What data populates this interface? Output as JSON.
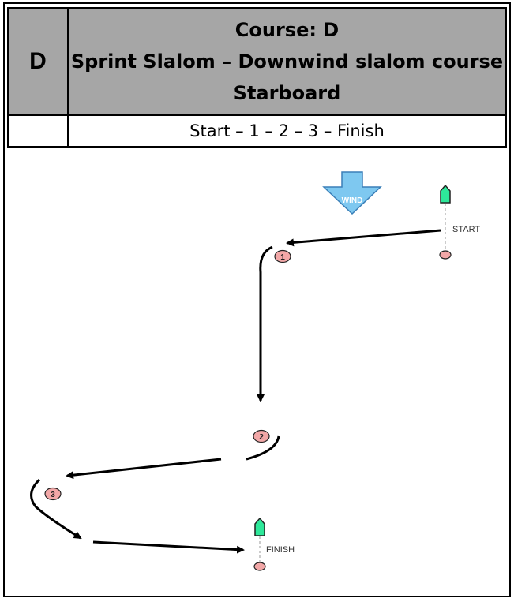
{
  "course": {
    "letter": "D",
    "title_line1": "Course: D",
    "title_line2": "Sprint Slalom – Downwind slalom course",
    "title_line3": "Starboard",
    "route": "Start – 1 – 2 – 3 – Finish"
  },
  "diagram": {
    "wind_label": "WIND",
    "start_label": "START",
    "finish_label": "FINISH",
    "marks": [
      "1",
      "2",
      "3"
    ],
    "colors": {
      "wind_arrow": "#7ec8f0",
      "flag": "#2ee89a",
      "mark": "#f2a7a7",
      "course_line": "#000000"
    }
  }
}
